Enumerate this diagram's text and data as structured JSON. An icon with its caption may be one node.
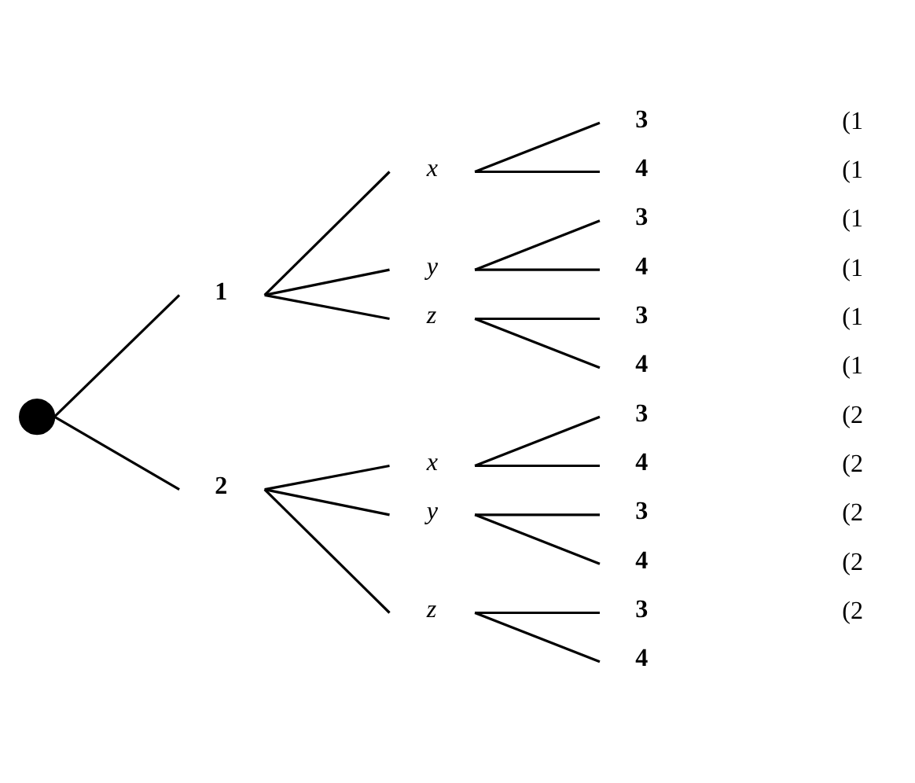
{
  "diagram": {
    "nodes": [
      {
        "text": [],
        "shape": "circle"
      },
      {
        "text": [
          "1"
        ]
      },
      {
        "text": [
          "2"
        ]
      },
      {
        "text": [
          "x"
        ]
      },
      {
        "text": [
          "y"
        ]
      },
      {
        "text": [
          "z"
        ]
      },
      {
        "text": [
          "x"
        ]
      },
      {
        "text": [
          "y"
        ]
      },
      {
        "text": [
          "z"
        ]
      },
      {
        "text": [
          "3"
        ]
      },
      {
        "text": [
          "4"
        ]
      },
      {
        "text": [
          "3"
        ]
      },
      {
        "text": [
          "4"
        ]
      },
      {
        "text": [
          "3"
        ]
      },
      {
        "text": [
          "4"
        ]
      },
      {
        "text": [
          "3"
        ]
      },
      {
        "text": [
          "4"
        ]
      },
      {
        "text": [
          "3"
        ]
      },
      {
        "text": [
          "4"
        ]
      },
      {
        "text": [
          "3"
        ]
      },
      {
        "text": [
          "4"
        ]
      }
    ],
    "edges": [
      {
        "from": 0,
        "to": 1,
        "arrow": "none"
      },
      {
        "from": 0,
        "to": 2,
        "arrow": "none"
      },
      {
        "from": 1,
        "to": 3,
        "arrow": "none"
      },
      {
        "from": 1,
        "to": 4,
        "arrow": "none"
      },
      {
        "from": 1,
        "to": 5,
        "arrow": "none"
      },
      {
        "from": 2,
        "to": 6,
        "arrow": "none"
      },
      {
        "from": 2,
        "to": 7,
        "arrow": "none"
      },
      {
        "from": 2,
        "to": 8,
        "arrow": "none"
      },
      {
        "from": 3,
        "to": 9,
        "arrow": "none"
      },
      {
        "from": 3,
        "to": 10,
        "arrow": "none"
      },
      {
        "from": 4,
        "to": 11,
        "arrow": "none"
      },
      {
        "from": 4,
        "to": 12,
        "arrow": "none"
      },
      {
        "from": 5,
        "to": 13,
        "arrow": "none"
      },
      {
        "from": 5,
        "to": 14,
        "arrow": "none"
      },
      {
        "from": 6,
        "to": 15,
        "arrow": "none"
      },
      {
        "from": 6,
        "to": 16,
        "arrow": "none"
      },
      {
        "from": 7,
        "to": 17,
        "arrow": "none"
      },
      {
        "from": 7,
        "to": 18,
        "arrow": "none"
      },
      {
        "from": 8,
        "to": 19,
        "arrow": "none"
      },
      {
        "from": 8,
        "to": 20,
        "arrow": "none"
      }
    ],
    "labels": [
      "(1",
      "(1",
      "(1",
      "(1",
      "(1",
      "(1",
      "(2",
      "(2",
      "(2",
      "(2",
      "(2"
    ]
  }
}
